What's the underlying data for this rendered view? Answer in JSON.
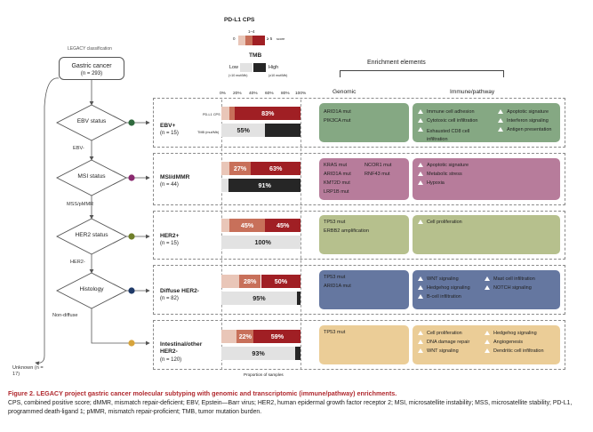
{
  "legend": {
    "cps_title": "PD-L1 CPS",
    "cps_ticks": [
      "0",
      "1–4",
      "≥ 5",
      "score"
    ],
    "tmb_title": "TMB",
    "tmb_low": "Low",
    "tmb_high": "High",
    "tmb_low_note": "(<10 mut/Mb)",
    "tmb_high_note": "(≥10 mut/Mb)",
    "colors": {
      "cps_low": "#e9c6b8",
      "cps_mid": "#c8705a",
      "cps_high": "#a01f24",
      "tmb_low": "#e2e2e2",
      "tmb_high": "#262626"
    }
  },
  "classification_label": "LEGACY classification",
  "root": {
    "label": "Gastric cancer",
    "n": "(n = 293)"
  },
  "decisions": [
    {
      "label": "EBV status",
      "no_edge": "EBV-"
    },
    {
      "label": "MSI status",
      "no_edge": "MSS/pMMR"
    },
    {
      "label": "HER2 status",
      "no_edge": "HER2-"
    },
    {
      "label": "Histology",
      "no_edge": "Non-diffuse"
    }
  ],
  "unknown": "Unknown (n = 17)",
  "enrichment_header": "Enrichment elements",
  "genomic_header": "Genomic",
  "immune_header": "Immune/pathway",
  "axis_ticks": [
    "0%",
    "20%",
    "40%",
    "60%",
    "80%",
    "100%"
  ],
  "axis_label": "Proportion of samples",
  "row_labels": {
    "cps": "PD-L1 CPS",
    "tmb": "TMB (mut/Mb)"
  },
  "subtypes": [
    {
      "name": "EBV+",
      "n": "(n = 15)",
      "dot": "#2f6a3d",
      "panel_color": "#85a883",
      "cps": {
        "low": 0.1,
        "mid": 0.07,
        "high": 0.83,
        "label": "83%"
      },
      "tmb": {
        "low": 0.55,
        "high": 0.45,
        "label": "55%"
      },
      "genomic": [
        "ARID1A mut",
        "PIK3CA mut"
      ],
      "immune": [
        "Immune cell adhesion",
        "Cytotoxic cell infiltration",
        "Exhausted CD8 cell infiltration",
        "Apoptotic signature",
        "Interferon signaling",
        "Antigen presentation"
      ]
    },
    {
      "name": "MSI/dMMR",
      "n": "(n = 44)",
      "dot": "#8a2a6f",
      "panel_color": "#b77c9b",
      "cps": {
        "low": 0.1,
        "mid": 0.27,
        "high": 0.63,
        "label_mid": "27%",
        "label": "63%"
      },
      "tmb": {
        "low": 0.09,
        "high": 0.91,
        "label": "91%"
      },
      "genomic": [
        "KRAS mut",
        "ARID1A mut",
        "KMT2D mut",
        "LRP1B mut",
        "NCOR1 mut",
        "RNF43 mut"
      ],
      "immune": [
        "Apoptotic signature",
        "Metabolic stress",
        "Hypoxia"
      ]
    },
    {
      "name": "HER2+",
      "n": "(n = 15)",
      "dot": "#6f7f2a",
      "panel_color": "#b6c08d",
      "cps": {
        "low": 0.1,
        "mid": 0.45,
        "high": 0.45,
        "label_mid": "45%",
        "label": "45%"
      },
      "tmb": {
        "low": 1.0,
        "high": 0.0,
        "label": "100%"
      },
      "genomic": [
        "TP53 mut",
        "ERBB2 amplification"
      ],
      "immune": [
        "Cell proliferation"
      ]
    },
    {
      "name": "Diffuse HER2-",
      "n": "(n = 82)",
      "dot": "#1f3a68",
      "panel_color": "#6577a0",
      "cps": {
        "low": 0.22,
        "mid": 0.28,
        "high": 0.5,
        "label_mid": "28%",
        "label": "50%"
      },
      "tmb": {
        "low": 0.95,
        "high": 0.05,
        "label": "95%"
      },
      "genomic": [
        "TP53 mut",
        "ARID1A mut"
      ],
      "immune": [
        "WNT signaling",
        "Hedgehog signaling",
        "B-cell infiltration",
        "Mast cell infiltration",
        "NOTCH signaling"
      ]
    },
    {
      "name": "Intestinal/other HER2-",
      "n": "(n = 120)",
      "dot": "#d7a43c",
      "panel_color": "#ebcd97",
      "cps": {
        "low": 0.19,
        "mid": 0.22,
        "high": 0.59,
        "label_mid": "22%",
        "label": "59%"
      },
      "tmb": {
        "low": 0.93,
        "high": 0.07,
        "label": "93%"
      },
      "genomic": [
        "TP53 mut"
      ],
      "immune": [
        "Cell proliferation",
        "DNA damage repair",
        "WNT signaling",
        "Hedgehog signaling",
        "Angiogenesis",
        "Dendritic cell infiltration"
      ]
    }
  ],
  "caption": {
    "title": "Figure 2. LEGACY project gastric cancer molecular subtyping with genomic and transcriptomic (immune/pathway) enrichments.",
    "body": "CPS, combined positive score; dMMR, mismatch repair-deficient; EBV, Epstein—Barr virus; HER2, human epidermal growth factor receptor 2; MSI, microsatellite instability; MSS, microsatellite stability; PD-L1, programmed death-ligand 1; pMMR, mismatch repair-proficient; TMB, tumor mutation burden."
  }
}
